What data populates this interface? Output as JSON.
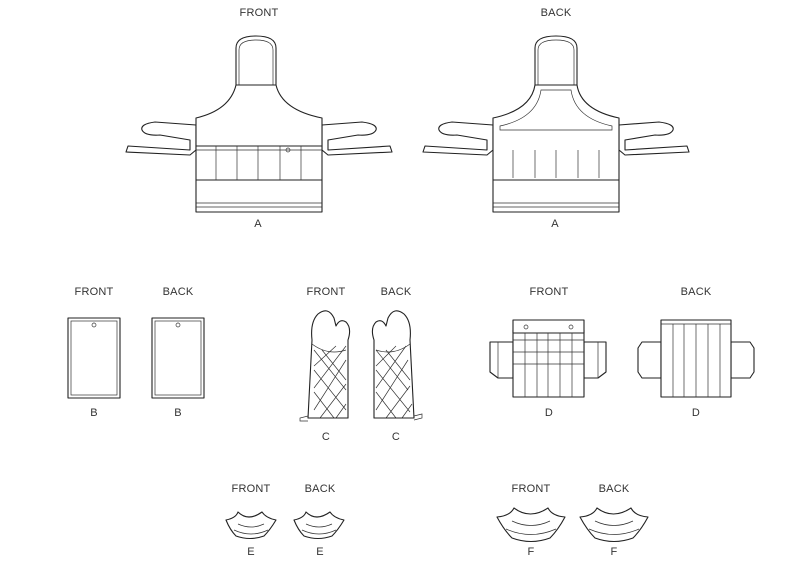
{
  "labels": {
    "front": "FRONT",
    "back": "BACK"
  },
  "views": {
    "a_front_label": "A",
    "a_back_label": "A",
    "b_front_label": "B",
    "b_back_label": "B",
    "c_front_label": "C",
    "c_back_label": "C",
    "d_front_label": "D",
    "d_back_label": "D",
    "e_front_label": "E",
    "e_back_label": "E",
    "f_front_label": "F",
    "f_back_label": "F"
  }
}
